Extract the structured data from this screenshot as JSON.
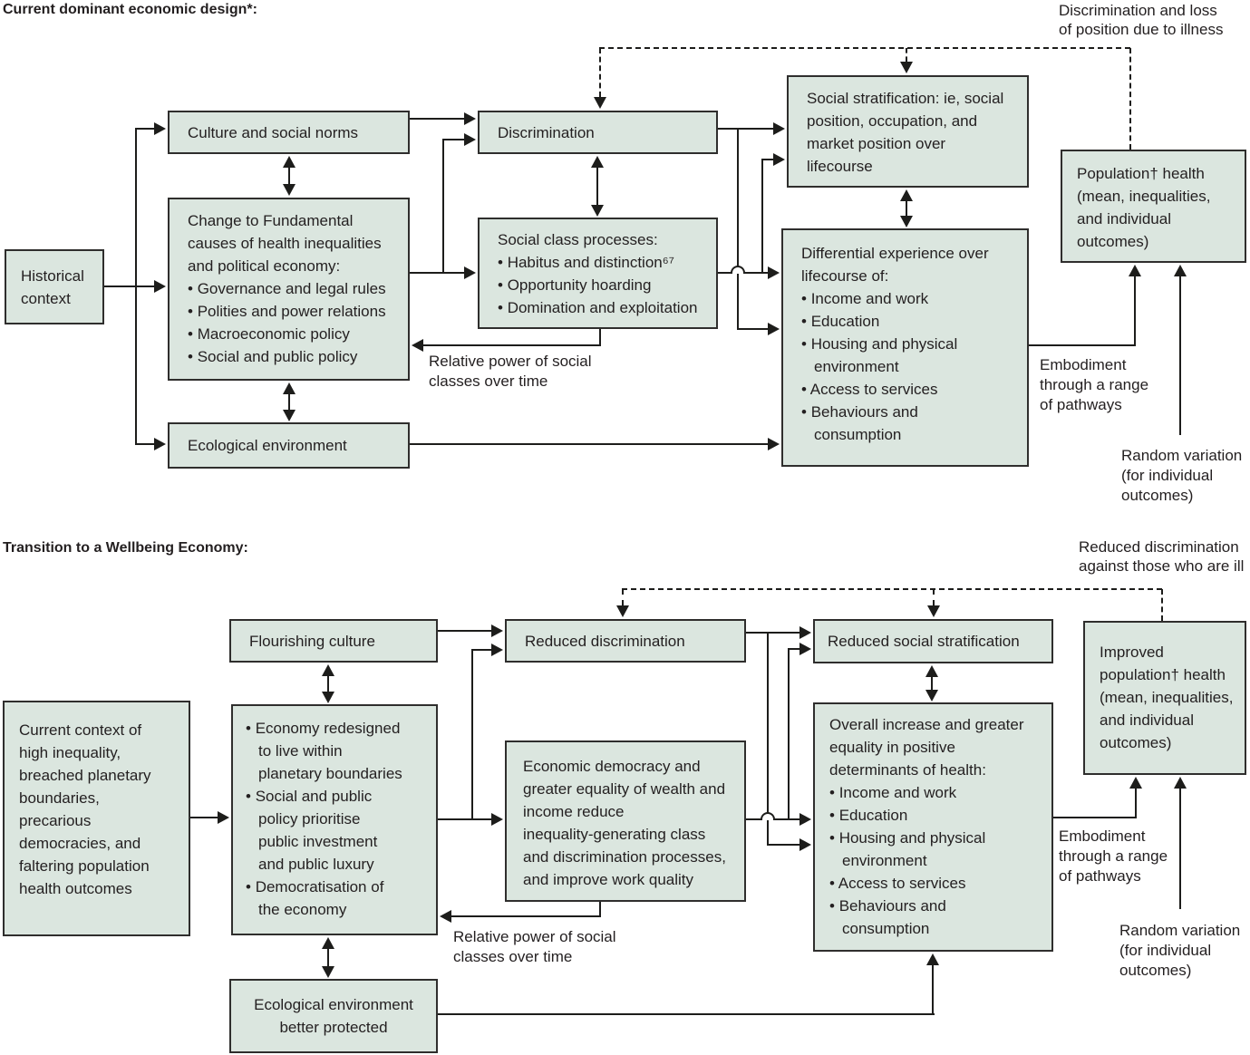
{
  "colors": {
    "box_fill": "#dbe6df",
    "box_border": "#2f2e2d",
    "line": "#1d1d1b",
    "background": "#ffffff"
  },
  "top": {
    "heading": "Current dominant economic design*:",
    "boxes": {
      "historical": "Historical\ncontext",
      "culture": "Culture and social norms",
      "change_intro": "Change to Fundamental\ncauses of health inequalities\nand political economy:",
      "change_bullets": [
        "Governance and legal rules",
        "Polities and power relations",
        "Macroeconomic policy",
        "Social and public policy"
      ],
      "eco": "Ecological environment",
      "discrimination": "Discrimination",
      "social_class_intro": "Social class processes:",
      "social_class_bullets": [
        "Habitus and distinction⁶⁷",
        "Opportunity hoarding",
        "Domination and exploitation"
      ],
      "social_strat": "Social stratification: ie, social\nposition, occupation, and\nmarket position over\nlifecourse",
      "diff_exp_intro": "Differential experience over\nlifecourse of:",
      "diff_exp_bullets": [
        "Income and work",
        "Education",
        "Housing and physical\nenvironment",
        "Access to services",
        "Behaviours and\nconsumption"
      ],
      "pop_health": "Population† health\n(mean, inequalities,\nand individual\noutcomes)"
    },
    "labels": {
      "discrimination_loss": "Discrimination and loss\nof position due to illness",
      "relative_power": "Relative power of social\nclasses over time",
      "embodiment": "Embodiment\nthrough a range\nof pathways",
      "random_variation": "Random variation\n(for individual\noutcomes)"
    }
  },
  "bottom": {
    "heading": "Transition to a Wellbeing Economy:",
    "boxes": {
      "context": "Current context of\nhigh inequality,\nbreached planetary\nboundaries,\nprecarious\ndemocracies, and\nfaltering population\nhealth outcomes",
      "flourishing": "Flourishing culture",
      "economy_bullets": [
        "Economy redesigned\nto live within\nplanetary boundaries",
        "Social and public\npolicy prioritise\npublic investment\nand public luxury",
        "Democratisation of\nthe economy"
      ],
      "eco_protected": "Ecological environment\nbetter protected",
      "reduced_disc": "Reduced discrimination",
      "econ_dem": "Economic democracy and\ngreater equality of wealth and\nincome reduce\ninequality-generating class\nand discrimination processes,\nand improve work quality",
      "reduced_strat": "Reduced social stratification",
      "overall_intro": "Overall increase and greater\nequality in positive\ndeterminants of health:",
      "overall_bullets": [
        "Income and work",
        "Education",
        "Housing and physical\nenvironment",
        "Access to services",
        "Behaviours and\nconsumption"
      ],
      "improved": "Improved\npopulation† health\n(mean, inequalities,\nand individual\noutcomes)"
    },
    "labels": {
      "reduced_disc_ill": "Reduced discrimination\nagainst those who are ill",
      "relative_power": "Relative power of social\nclasses over time",
      "embodiment": "Embodiment\nthrough a range\nof pathways",
      "random_variation": "Random variation\n(for individual\noutcomes)"
    }
  }
}
